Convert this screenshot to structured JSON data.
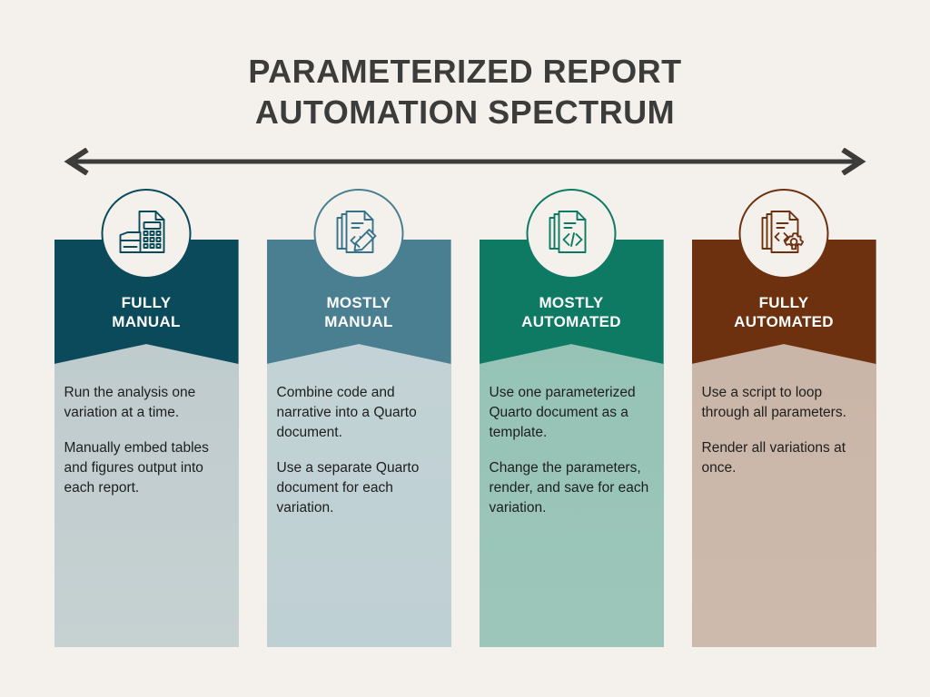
{
  "title": {
    "line1": "Parameterized Report",
    "line2": "Automation Spectrum"
  },
  "arrow": {
    "name": "double-headed-spectrum-arrow",
    "color": "#3C3C3A"
  },
  "colors": {
    "background": "#F4F1EC",
    "title_text": "#3C3C3A",
    "body_text": "#1E1E1E",
    "banner_label_text": "#FFFFFF"
  },
  "columns": [
    {
      "id": "fully-manual",
      "label_line1": "Fully",
      "label_line2": "Manual",
      "banner_color": "#0A4A5A",
      "panel_color_top": "#BCC9CB",
      "panel_color_bottom": "#C6D1D2",
      "icon": "calculator-document-icon",
      "paragraphs": [
        "Run the analysis one variation at a time.",
        "Manually embed tables and figures output into each report."
      ]
    },
    {
      "id": "mostly-manual",
      "label_line1": "Mostly",
      "label_line2": "Manual",
      "banner_color": "#4A7F91",
      "panel_color_top": "#C3D3D6",
      "panel_color_bottom": "#BFD0D4",
      "icon": "documents-pencil-icon",
      "paragraphs": [
        "Combine code and narrative into a Quarto document.",
        "Use a separate Quarto document for each variation."
      ]
    },
    {
      "id": "mostly-automated",
      "label_line1": "Mostly",
      "label_line2": "Automated",
      "banner_color": "#0E7A63",
      "panel_color_top": "#93C2B5",
      "panel_color_bottom": "#9DC6BA",
      "icon": "documents-code-icon",
      "paragraphs": [
        "Use one parameterized Quarto document as a template.",
        "Change the parameters, render, and save for each variation."
      ]
    },
    {
      "id": "fully-automated",
      "label_line1": "Fully",
      "label_line2": "Automated",
      "banner_color": "#6E3110",
      "panel_color_top": "#C9B4A6",
      "panel_color_bottom": "#CDBAAC",
      "icon": "documents-gear-icon",
      "paragraphs": [
        "Use a script to loop through all parameters.",
        "Render all variations at once."
      ]
    }
  ]
}
